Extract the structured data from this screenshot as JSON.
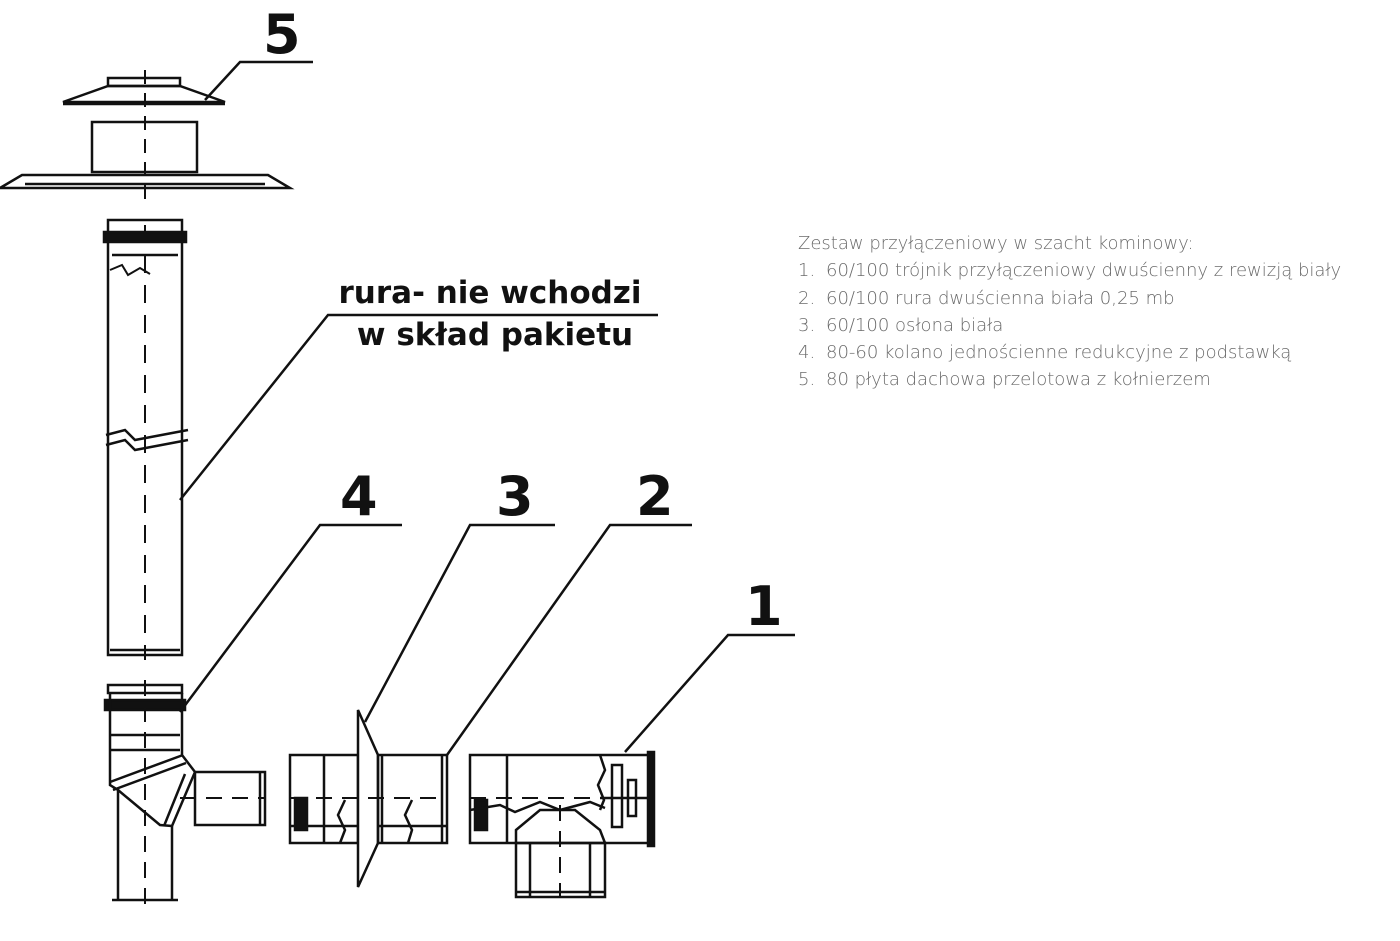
{
  "callouts": {
    "n1": "1",
    "n2": "2",
    "n3": "3",
    "n4": "4",
    "n5": "5"
  },
  "pipe_note": {
    "line1": "rura- nie wchodzi",
    "line2": "w skład pakietu"
  },
  "legend": {
    "title": "Zestaw przyłączeniowy w szacht kominowy:",
    "items": [
      {
        "num": "1.",
        "text": "60/100 trójnik przyłączeniowy dwuścienny z rewizją biały"
      },
      {
        "num": "2.",
        "text": "60/100 rura dwuścienna biała 0,25 mb"
      },
      {
        "num": "3.",
        "text": "60/100 osłona biała"
      },
      {
        "num": "4.",
        "text": "80-60 kolano jednościenne redukcyjne z podstawką"
      },
      {
        "num": "5.",
        "text": "80 płyta dachowa przelotowa z kołnierzem"
      }
    ]
  },
  "colors": {
    "line": "#111111",
    "legend_text": "#6b6b6b"
  }
}
